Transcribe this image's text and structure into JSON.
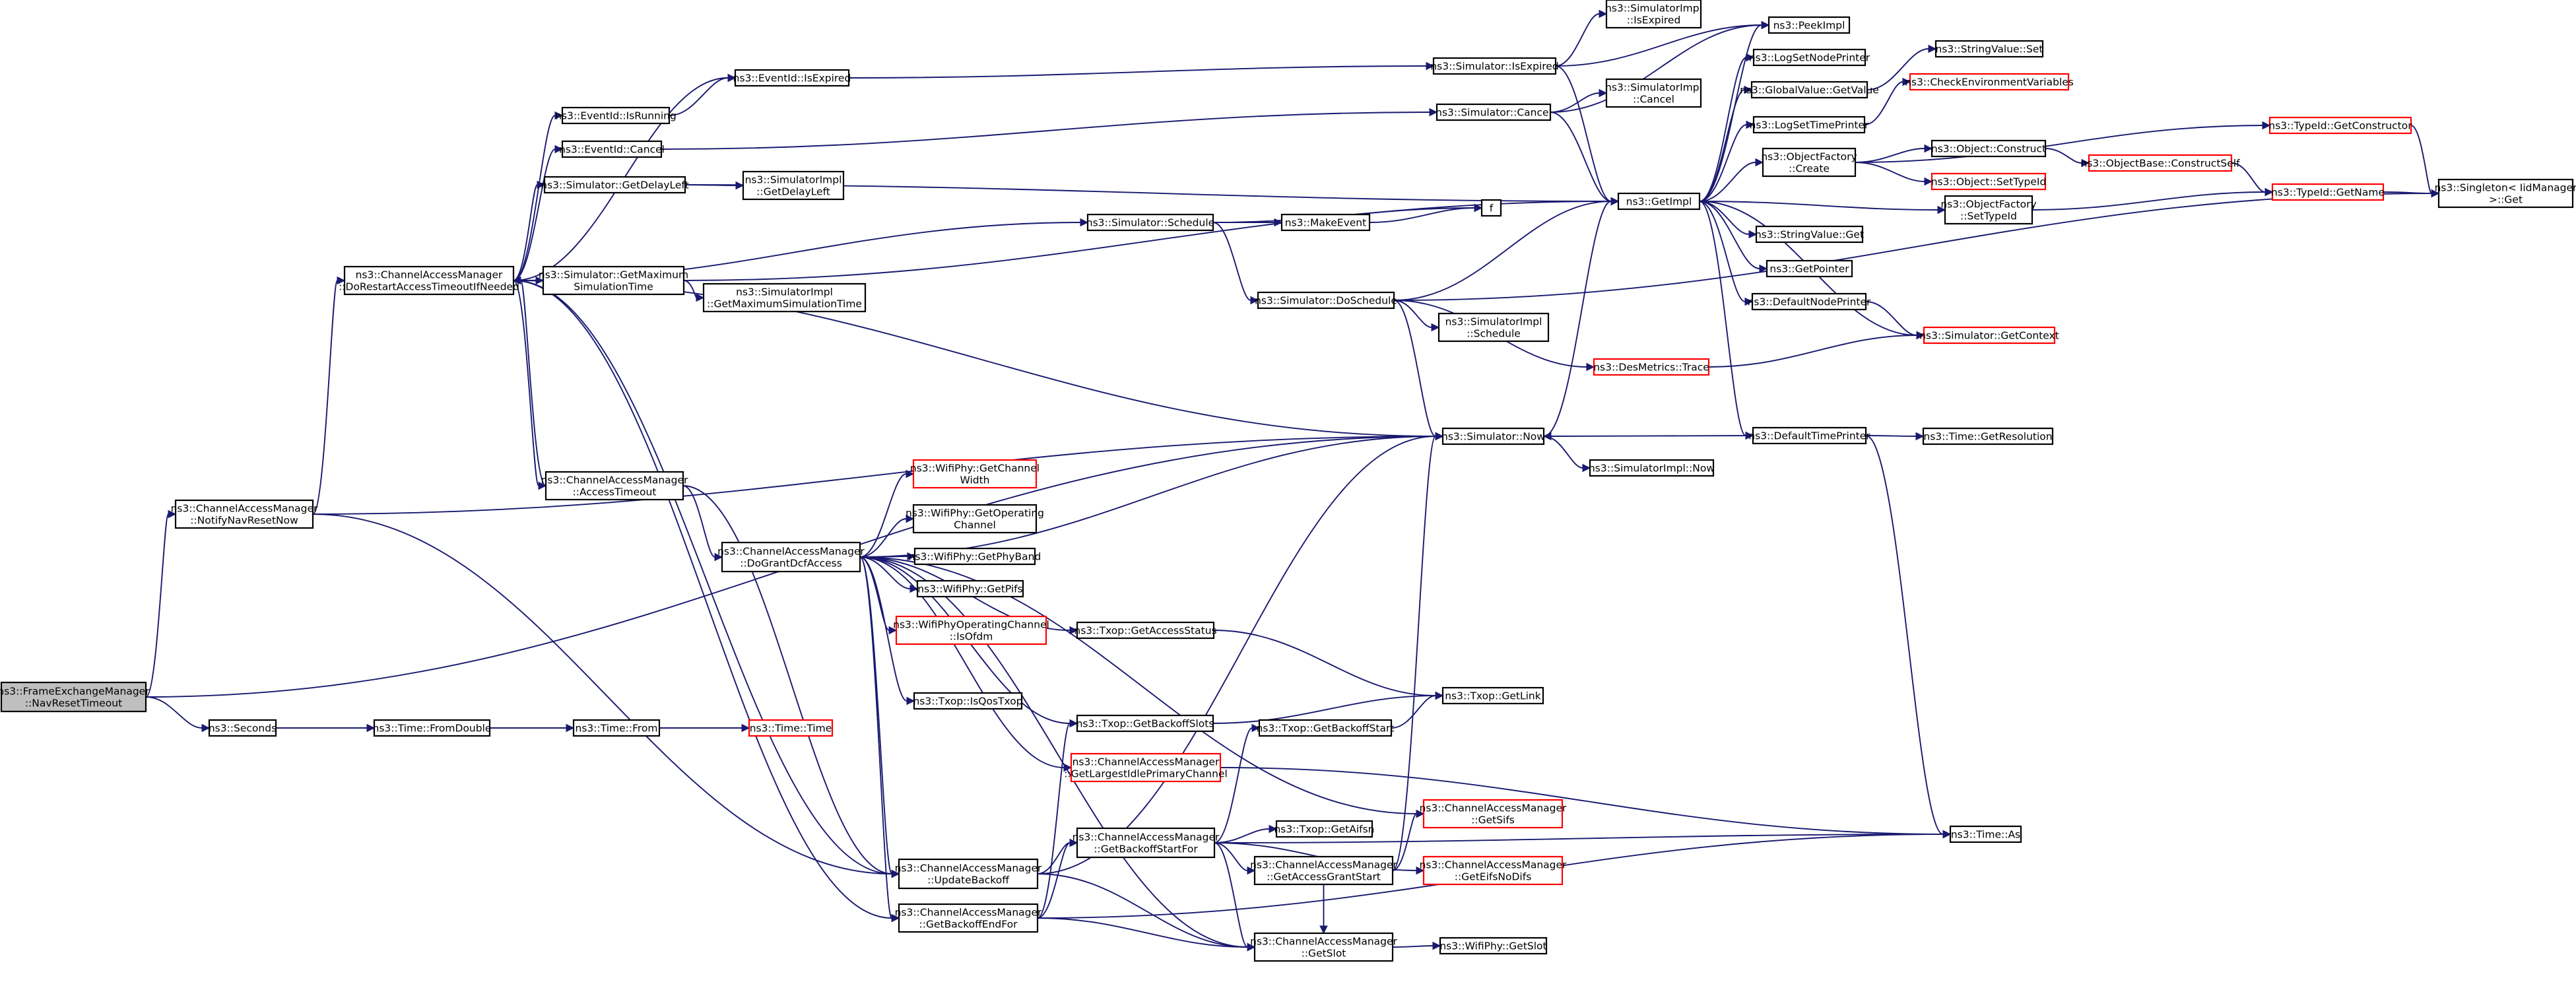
{
  "colors": {
    "edge": "#191970",
    "node_border": "#000000",
    "node_border_red": "#ff0000",
    "root_fill": "#bfbfbf",
    "node_fill": "#ffffff"
  },
  "nodes": [
    {
      "id": "root",
      "lines": [
        "ns3::FrameExchangeManager",
        "::NavResetTimeout"
      ],
      "style": "root"
    },
    {
      "id": "notify",
      "lines": [
        "ns3::ChannelAccessManager",
        "::NotifyNavResetNow"
      ],
      "style": "normal"
    },
    {
      "id": "seconds",
      "lines": [
        "ns3::Seconds"
      ],
      "style": "normal"
    },
    {
      "id": "fromdouble",
      "lines": [
        "ns3::Time::FromDouble"
      ],
      "style": "normal"
    },
    {
      "id": "timefrom",
      "lines": [
        "ns3::Time::From"
      ],
      "style": "normal"
    },
    {
      "id": "timetime",
      "lines": [
        "ns3::Time::Time"
      ],
      "style": "red"
    },
    {
      "id": "dorestart",
      "lines": [
        "ns3::ChannelAccessManager",
        "::DoRestartAccessTimeoutIfNeeded"
      ],
      "style": "normal"
    },
    {
      "id": "accesstimeout",
      "lines": [
        "ns3::ChannelAccessManager",
        "::AccessTimeout"
      ],
      "style": "normal"
    },
    {
      "id": "isrunning",
      "lines": [
        "ns3::EventId::IsRunning"
      ],
      "style": "normal"
    },
    {
      "id": "evcancel",
      "lines": [
        "ns3::EventId::Cancel"
      ],
      "style": "normal"
    },
    {
      "id": "getdelayleft",
      "lines": [
        "ns3::Simulator::GetDelayLeft"
      ],
      "style": "normal"
    },
    {
      "id": "getmaxsim",
      "lines": [
        "ns3::Simulator::GetMaximum",
        "SimulationTime"
      ],
      "style": "normal"
    },
    {
      "id": "evisexpired",
      "lines": [
        "ns3::EventId::IsExpired"
      ],
      "style": "normal"
    },
    {
      "id": "implgetdelayleft",
      "lines": [
        "ns3::SimulatorImpl",
        "::GetDelayLeft"
      ],
      "style": "normal"
    },
    {
      "id": "implgetmax",
      "lines": [
        "ns3::SimulatorImpl",
        "::GetMaximumSimulationTime"
      ],
      "style": "normal"
    },
    {
      "id": "schedule",
      "lines": [
        "ns3::Simulator::Schedule"
      ],
      "style": "normal"
    },
    {
      "id": "simisexpired",
      "lines": [
        "ns3::Simulator::IsExpired"
      ],
      "style": "normal"
    },
    {
      "id": "simcancel",
      "lines": [
        "ns3::Simulator::Cancel"
      ],
      "style": "normal"
    },
    {
      "id": "makeevent",
      "lines": [
        "ns3::MakeEvent"
      ],
      "style": "normal"
    },
    {
      "id": "f",
      "lines": [
        "f"
      ],
      "style": "normal"
    },
    {
      "id": "doschedule",
      "lines": [
        "ns3::Simulator::DoSchedule"
      ],
      "style": "normal"
    },
    {
      "id": "implisexpired",
      "lines": [
        "ns3::SimulatorImpl",
        "::IsExpired"
      ],
      "style": "normal"
    },
    {
      "id": "implcancel",
      "lines": [
        "ns3::SimulatorImpl",
        "::Cancel"
      ],
      "style": "normal"
    },
    {
      "id": "implschedule",
      "lines": [
        "ns3::SimulatorImpl",
        "::Schedule"
      ],
      "style": "normal"
    },
    {
      "id": "desmetrics",
      "lines": [
        "ns3::DesMetrics::Trace"
      ],
      "style": "red"
    },
    {
      "id": "simnow",
      "lines": [
        "ns3::Simulator::Now"
      ],
      "style": "normal"
    },
    {
      "id": "implnow",
      "lines": [
        "ns3::SimulatorImpl::Now"
      ],
      "style": "normal"
    },
    {
      "id": "getimpl",
      "lines": [
        "ns3::GetImpl"
      ],
      "style": "normal"
    },
    {
      "id": "peekimpl",
      "lines": [
        "ns3::PeekImpl"
      ],
      "style": "normal"
    },
    {
      "id": "logsetnode",
      "lines": [
        "ns3::LogSetNodePrinter"
      ],
      "style": "normal"
    },
    {
      "id": "globalvalue",
      "lines": [
        "ns3::GlobalValue::GetValue"
      ],
      "style": "normal"
    },
    {
      "id": "logsettime",
      "lines": [
        "ns3::LogSetTimePrinter"
      ],
      "style": "normal"
    },
    {
      "id": "objectfactorycreate",
      "lines": [
        "ns3::ObjectFactory",
        "::Create"
      ],
      "style": "normal"
    },
    {
      "id": "stringvalueget",
      "lines": [
        "ns3::StringValue::Get"
      ],
      "style": "normal"
    },
    {
      "id": "getpointer",
      "lines": [
        "ns3::GetPointer"
      ],
      "style": "normal"
    },
    {
      "id": "defaultnodeprinter",
      "lines": [
        "ns3::DefaultNodePrinter"
      ],
      "style": "normal"
    },
    {
      "id": "defaulttimeprinter",
      "lines": [
        "ns3::DefaultTimePrinter"
      ],
      "style": "normal"
    },
    {
      "id": "stringvalueset",
      "lines": [
        "ns3::StringValue::Set"
      ],
      "style": "normal"
    },
    {
      "id": "checkenv",
      "lines": [
        "ns3::CheckEnvironmentVariables"
      ],
      "style": "red"
    },
    {
      "id": "objconstruct",
      "lines": [
        "ns3::Object::Construct"
      ],
      "style": "normal"
    },
    {
      "id": "objsettypeid",
      "lines": [
        "ns3::Object::SetTypeId"
      ],
      "style": "red"
    },
    {
      "id": "ofsettypeid",
      "lines": [
        "ns3::ObjectFactory",
        "::SetTypeId"
      ],
      "style": "normal"
    },
    {
      "id": "simgetcontext",
      "lines": [
        "ns3::Simulator::GetContext"
      ],
      "style": "red"
    },
    {
      "id": "timegetresolution",
      "lines": [
        "ns3::Time::GetResolution"
      ],
      "style": "normal"
    },
    {
      "id": "typeidgetconstructor",
      "lines": [
        "ns3::TypeId::GetConstructor"
      ],
      "style": "red"
    },
    {
      "id": "objbaseconstructself",
      "lines": [
        "ns3::ObjectBase::ConstructSelf"
      ],
      "style": "red"
    },
    {
      "id": "typeidgetname",
      "lines": [
        "ns3::TypeId::GetName"
      ],
      "style": "red"
    },
    {
      "id": "singletonget",
      "lines": [
        "ns3::Singleton< IidManager",
        " >::Get"
      ],
      "style": "normal"
    },
    {
      "id": "dogrant",
      "lines": [
        "ns3::ChannelAccessManager",
        "::DoGrantDcfAccess"
      ],
      "style": "normal"
    },
    {
      "id": "wifichannelwidth",
      "lines": [
        "ns3::WifiPhy::GetChannel",
        "Width"
      ],
      "style": "red"
    },
    {
      "id": "wifiopchannel",
      "lines": [
        "ns3::WifiPhy::GetOperating",
        "Channel"
      ],
      "style": "normal"
    },
    {
      "id": "wifiphyband",
      "lines": [
        "ns3::WifiPhy::GetPhyBand"
      ],
      "style": "normal"
    },
    {
      "id": "wifipifs",
      "lines": [
        "ns3::WifiPhy::GetPifs"
      ],
      "style": "normal"
    },
    {
      "id": "wifiisofdm",
      "lines": [
        "ns3::WifiPhyOperatingChannel",
        "::IsOfdm"
      ],
      "style": "red"
    },
    {
      "id": "txopaccessstatus",
      "lines": [
        "ns3::Txop::GetAccessStatus"
      ],
      "style": "normal"
    },
    {
      "id": "txopisqos",
      "lines": [
        "ns3::Txop::IsQosTxop"
      ],
      "style": "normal"
    },
    {
      "id": "txopbackoffslots",
      "lines": [
        "ns3::Txop::GetBackoffSlots"
      ],
      "style": "normal"
    },
    {
      "id": "largestidle",
      "lines": [
        "ns3::ChannelAccessManager",
        "::GetLargestIdlePrimaryChannel"
      ],
      "style": "red"
    },
    {
      "id": "txopgetlink",
      "lines": [
        "ns3::Txop::GetLink"
      ],
      "style": "normal"
    },
    {
      "id": "txopbackoffstart",
      "lines": [
        "ns3::Txop::GetBackoffStart"
      ],
      "style": "normal"
    },
    {
      "id": "updatebackoff",
      "lines": [
        "ns3::ChannelAccessManager",
        "::UpdateBackoff"
      ],
      "style": "normal"
    },
    {
      "id": "backoffendfor",
      "lines": [
        "ns3::ChannelAccessManager",
        "::GetBackoffEndFor"
      ],
      "style": "normal"
    },
    {
      "id": "backoffstartfor",
      "lines": [
        "ns3::ChannelAccessManager",
        "::GetBackoffStartFor"
      ],
      "style": "normal"
    },
    {
      "id": "txopaifsn",
      "lines": [
        "ns3::Txop::GetAifsn"
      ],
      "style": "normal"
    },
    {
      "id": "accessgrantstart",
      "lines": [
        "ns3::ChannelAccessManager",
        "::GetAccessGrantStart"
      ],
      "style": "normal"
    },
    {
      "id": "getsifs",
      "lines": [
        "ns3::ChannelAccessManager",
        "::GetSifs"
      ],
      "style": "red"
    },
    {
      "id": "geteifsnodifs",
      "lines": [
        "ns3::ChannelAccessManager",
        "::GetEifsNoDifs"
      ],
      "style": "red"
    },
    {
      "id": "getslot",
      "lines": [
        "ns3::ChannelAccessManager",
        "::GetSlot"
      ],
      "style": "normal"
    },
    {
      "id": "wifigetslot",
      "lines": [
        "ns3::WifiPhy::GetSlot"
      ],
      "style": "normal"
    },
    {
      "id": "timeas",
      "lines": [
        "ns3::Time::As"
      ],
      "style": "normal"
    }
  ],
  "edges": [
    [
      "root",
      "notify"
    ],
    [
      "root",
      "seconds"
    ],
    [
      "root",
      "simnow"
    ],
    [
      "seconds",
      "fromdouble"
    ],
    [
      "fromdouble",
      "timefrom"
    ],
    [
      "timefrom",
      "timetime"
    ],
    [
      "notify",
      "dorestart"
    ],
    [
      "notify",
      "simnow"
    ],
    [
      "notify",
      "updatebackoff"
    ],
    [
      "dorestart",
      "isrunning"
    ],
    [
      "dorestart",
      "evisexpired"
    ],
    [
      "dorestart",
      "evcancel"
    ],
    [
      "dorestart",
      "getdelayleft"
    ],
    [
      "dorestart",
      "getmaxsim"
    ],
    [
      "dorestart",
      "schedule"
    ],
    [
      "dorestart",
      "simnow"
    ],
    [
      "dorestart",
      "accesstimeout"
    ],
    [
      "dorestart",
      "updatebackoff"
    ],
    [
      "dorestart",
      "backoffendfor"
    ],
    [
      "accesstimeout",
      "dorestart"
    ],
    [
      "accesstimeout",
      "dogrant"
    ],
    [
      "accesstimeout",
      "updatebackoff"
    ],
    [
      "isrunning",
      "evisexpired"
    ],
    [
      "evisexpired",
      "simisexpired"
    ],
    [
      "evcancel",
      "simcancel"
    ],
    [
      "getdelayleft",
      "getimpl"
    ],
    [
      "getdelayleft",
      "implgetdelayleft"
    ],
    [
      "getmaxsim",
      "getimpl"
    ],
    [
      "getmaxsim",
      "implgetmax"
    ],
    [
      "schedule",
      "makeevent"
    ],
    [
      "schedule",
      "f"
    ],
    [
      "schedule",
      "doschedule"
    ],
    [
      "makeevent",
      "f"
    ],
    [
      "simisexpired",
      "implisexpired"
    ],
    [
      "simisexpired",
      "peekimpl"
    ],
    [
      "simisexpired",
      "getimpl"
    ],
    [
      "simcancel",
      "getimpl"
    ],
    [
      "simcancel",
      "implcancel"
    ],
    [
      "simcancel",
      "peekimpl"
    ],
    [
      "doschedule",
      "getimpl"
    ],
    [
      "doschedule",
      "implschedule"
    ],
    [
      "doschedule",
      "desmetrics"
    ],
    [
      "doschedule",
      "simnow"
    ],
    [
      "doschedule",
      "singletonget"
    ],
    [
      "desmetrics",
      "simgetcontext"
    ],
    [
      "simnow",
      "getimpl"
    ],
    [
      "simnow",
      "implnow"
    ],
    [
      "getimpl",
      "peekimpl"
    ],
    [
      "getimpl",
      "logsetnode"
    ],
    [
      "getimpl",
      "globalvalue"
    ],
    [
      "getimpl",
      "logsettime"
    ],
    [
      "getimpl",
      "objectfactorycreate"
    ],
    [
      "getimpl",
      "ofsettypeid"
    ],
    [
      "getimpl",
      "stringvalueget"
    ],
    [
      "getimpl",
      "getpointer"
    ],
    [
      "getimpl",
      "defaultnodeprinter"
    ],
    [
      "getimpl",
      "defaulttimeprinter"
    ],
    [
      "getimpl",
      "simgetcontext"
    ],
    [
      "globalvalue",
      "stringvalueset"
    ],
    [
      "logsettime",
      "checkenv"
    ],
    [
      "objectfactorycreate",
      "objconstruct"
    ],
    [
      "objectfactorycreate",
      "objsettypeid"
    ],
    [
      "objectfactorycreate",
      "typeidgetconstructor"
    ],
    [
      "objconstruct",
      "objbaseconstructself"
    ],
    [
      "objbaseconstructself",
      "typeidgetname"
    ],
    [
      "ofsettypeid",
      "typeidgetname"
    ],
    [
      "typeidgetname",
      "singletonget"
    ],
    [
      "typeidgetconstructor",
      "singletonget"
    ],
    [
      "defaultnodeprinter",
      "simgetcontext"
    ],
    [
      "defaulttimeprinter",
      "simnow"
    ],
    [
      "defaulttimeprinter",
      "timegetresolution"
    ],
    [
      "defaulttimeprinter",
      "timeas"
    ],
    [
      "dogrant",
      "wifichannelwidth"
    ],
    [
      "dogrant",
      "wifiopchannel"
    ],
    [
      "dogrant",
      "wifiphyband"
    ],
    [
      "dogrant",
      "wifipifs"
    ],
    [
      "dogrant",
      "wifiisofdm"
    ],
    [
      "dogrant",
      "txopaccessstatus"
    ],
    [
      "dogrant",
      "txopisqos"
    ],
    [
      "dogrant",
      "txopbackoffslots"
    ],
    [
      "dogrant",
      "largestidle"
    ],
    [
      "dogrant",
      "simnow"
    ],
    [
      "dogrant",
      "getsifs"
    ],
    [
      "dogrant",
      "updatebackoff"
    ],
    [
      "dogrant",
      "backoffendfor"
    ],
    [
      "dogrant",
      "getslot"
    ],
    [
      "txopaccessstatus",
      "txopgetlink"
    ],
    [
      "txopbackoffslots",
      "txopgetlink"
    ],
    [
      "txopbackoffstart",
      "txopgetlink"
    ],
    [
      "largestidle",
      "timeas"
    ],
    [
      "updatebackoff",
      "backoffstartfor"
    ],
    [
      "updatebackoff",
      "getslot"
    ],
    [
      "updatebackoff",
      "simnow"
    ],
    [
      "backoffstartfor",
      "txopbackoffstart"
    ],
    [
      "backoffstartfor",
      "txopaifsn"
    ],
    [
      "backoffstartfor",
      "accessgrantstart"
    ],
    [
      "backoffstartfor",
      "getslot"
    ],
    [
      "backoffstartfor",
      "geteifsnodifs"
    ],
    [
      "backoffstartfor",
      "timeas"
    ],
    [
      "accessgrantstart",
      "getsifs"
    ],
    [
      "accessgrantstart",
      "getslot"
    ],
    [
      "accessgrantstart",
      "simnow"
    ],
    [
      "backoffendfor",
      "backoffstartfor"
    ],
    [
      "backoffendfor",
      "txopbackoffslots"
    ],
    [
      "backoffendfor",
      "getslot"
    ],
    [
      "backoffendfor",
      "timeas"
    ],
    [
      "getslot",
      "wifigetslot"
    ]
  ]
}
